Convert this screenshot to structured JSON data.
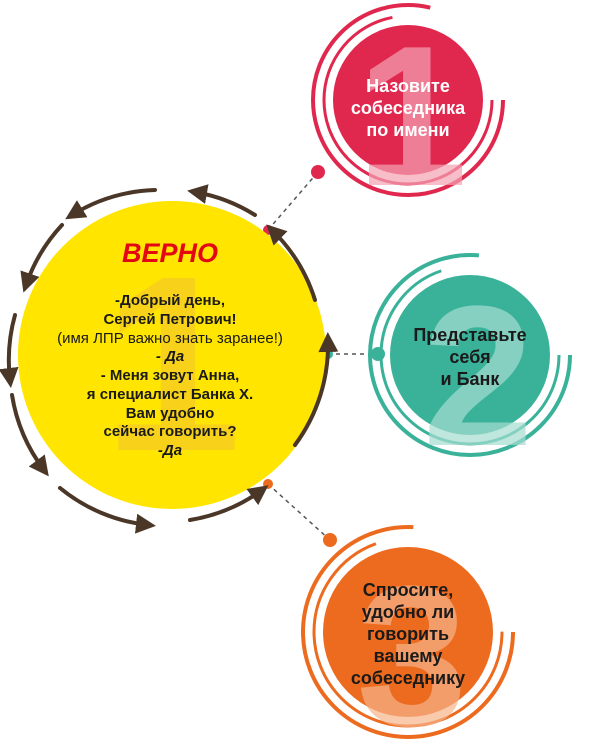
{
  "colors": {
    "main_circle": "#ffe500",
    "arrows": "#4a3728",
    "step1": "#e0284e",
    "step2": "#3ab29a",
    "step3": "#ec6b1f",
    "verdict_text": "#e30613"
  },
  "main": {
    "verdict": "ВЕРНО",
    "watermark": "1",
    "lines": [
      "-Добрый день,",
      "Сергей Петрович!",
      "(имя ЛПР важно знать заранее!)",
      "- Да",
      "- Меня зовут Анна,",
      "я специалист Банка X.",
      "Вам удобно",
      "сейчас говорить?",
      "-Да"
    ]
  },
  "steps": [
    {
      "number": "1",
      "lines": [
        "Назовите",
        "собеседника",
        "по имени"
      ]
    },
    {
      "number": "2",
      "lines": [
        "Представьте",
        "себя",
        "и Банк"
      ]
    },
    {
      "number": "3",
      "lines": [
        "Спросите,",
        "удобно ли",
        "говорить",
        "вашему",
        "собеседнику"
      ]
    }
  ]
}
